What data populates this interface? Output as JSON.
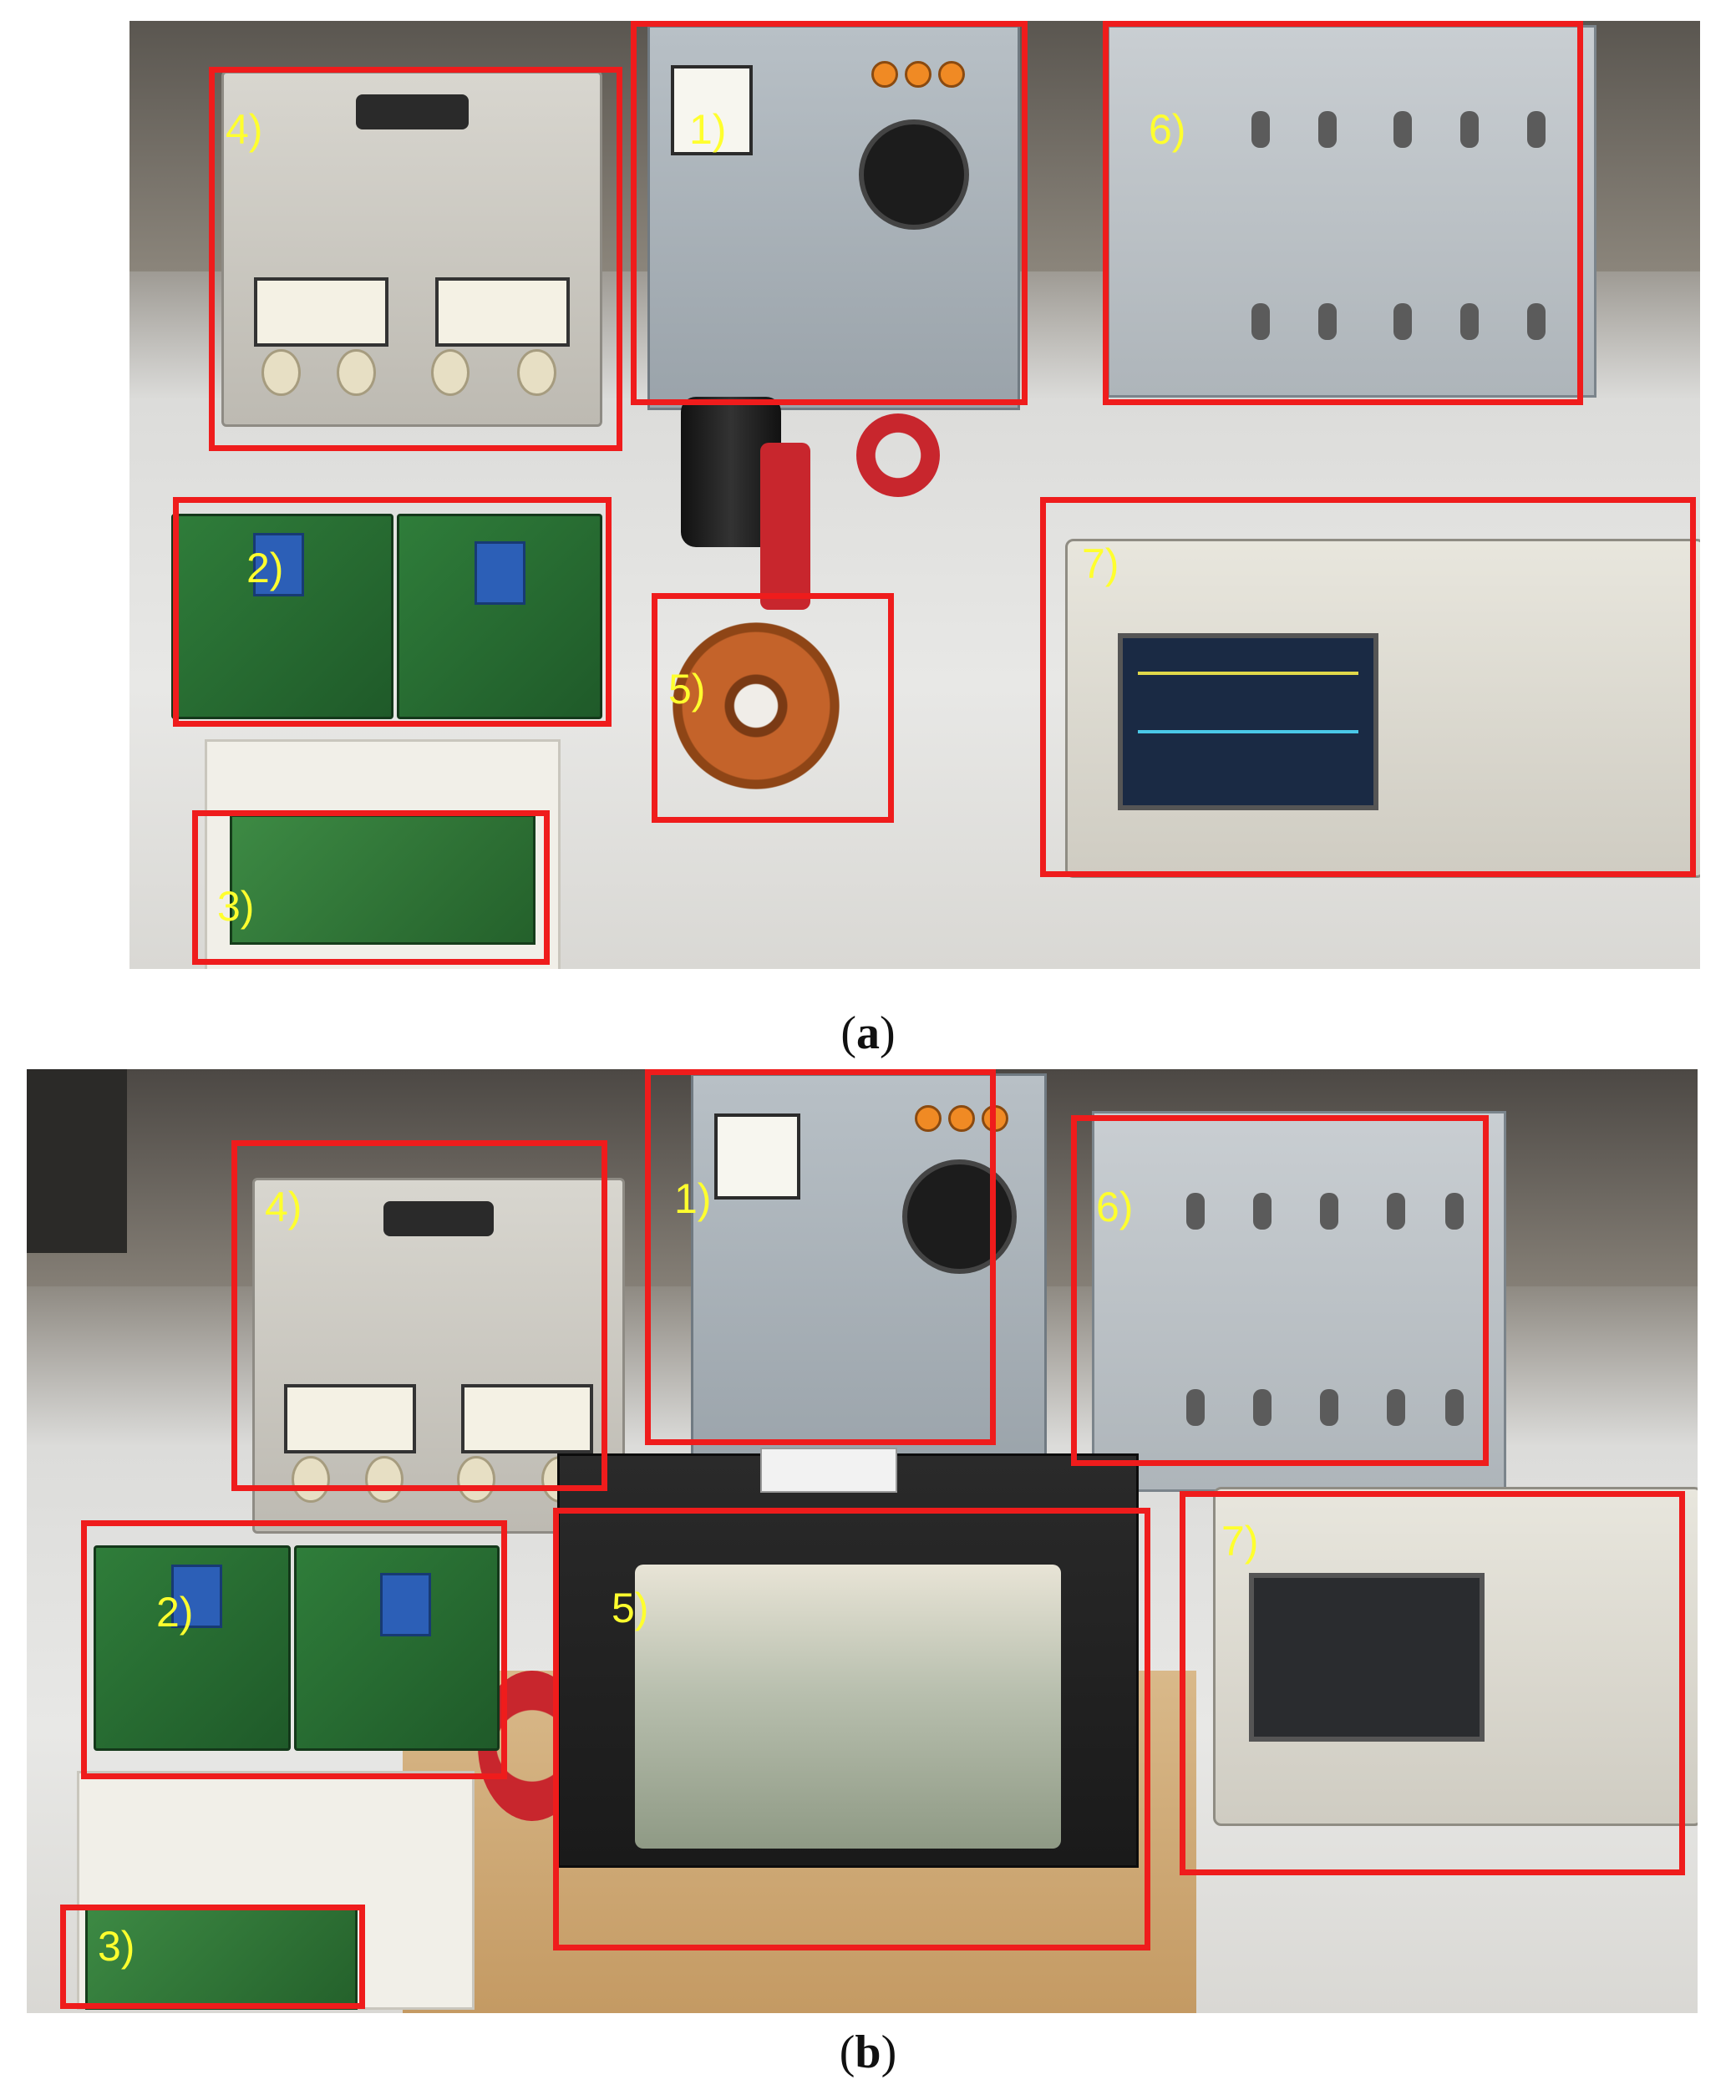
{
  "panels": [
    {
      "caption": "(a)",
      "caption_letter": "a",
      "labels": [
        "1)",
        "2)",
        "3)",
        "4)",
        "5)",
        "6)",
        "7)"
      ]
    },
    {
      "caption": "(b)",
      "caption_letter": "b",
      "labels": [
        "1)",
        "2)",
        "3)",
        "4)",
        "5)",
        "6)",
        "7)"
      ]
    }
  ],
  "colors": {
    "region_box": "#ef1c1c",
    "region_label": "#ffff2e"
  }
}
